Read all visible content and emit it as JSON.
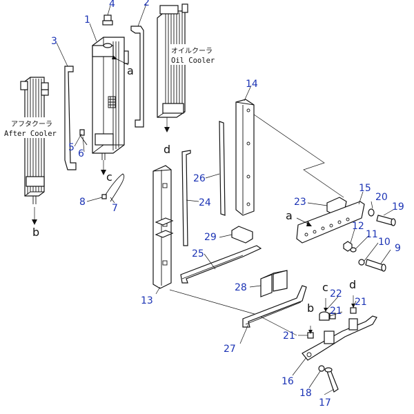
{
  "colors": {
    "callout": "#1a32b4",
    "line": "#111111"
  },
  "labels": {
    "oil_cooler_jp": "オイルクーラ",
    "oil_cooler_en": "Oil Cooler",
    "after_cooler_jp": "アフタクーラ",
    "after_cooler_en": "After Cooler"
  },
  "letters": {
    "a": "a",
    "b": "b",
    "c": "c",
    "d": "d"
  },
  "callouts": {
    "n1": "1",
    "n2": "2",
    "n3": "3",
    "n4": "4",
    "n5": "5",
    "n6": "6",
    "n7": "7",
    "n8": "8",
    "n9": "9",
    "n10": "10",
    "n11": "11",
    "n12": "12",
    "n13": "13",
    "n14": "14",
    "n15": "15",
    "n16": "16",
    "n17": "17",
    "n18": "18",
    "n19": "19",
    "n20": "20",
    "n21": "21",
    "n22": "22",
    "n23": "23",
    "n24": "24",
    "n25": "25",
    "n26": "26",
    "n27": "27",
    "n28": "28",
    "n29": "29"
  }
}
